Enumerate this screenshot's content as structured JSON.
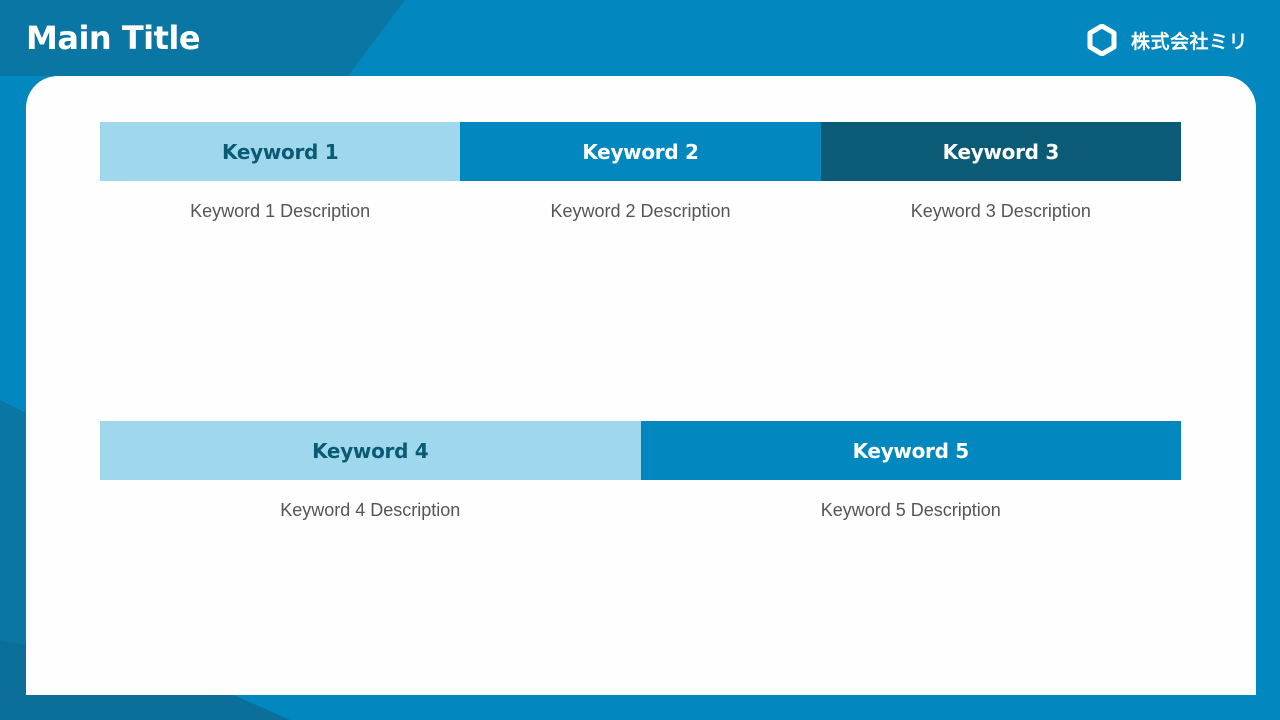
{
  "title": "Main Title",
  "brand": {
    "name": "株式会社ミリ",
    "icon": "hexagon-logo-icon"
  },
  "keywords": [
    {
      "label": "Keyword 1",
      "description": "Keyword 1 Description",
      "color": "#9fd8ec"
    },
    {
      "label": "Keyword 2",
      "description": "Keyword 2 Description",
      "color": "#0288be"
    },
    {
      "label": "Keyword 3",
      "description": "Keyword 3 Description",
      "color": "#0b5b77"
    },
    {
      "label": "Keyword 4",
      "description": "Keyword 4 Description",
      "color": "#9fd8ec"
    },
    {
      "label": "Keyword 5",
      "description": "Keyword 5 Description",
      "color": "#0288be"
    }
  ],
  "colors": {
    "background": "#0288be",
    "card": "#fefefe",
    "dark_accent": "#0b5b77"
  }
}
